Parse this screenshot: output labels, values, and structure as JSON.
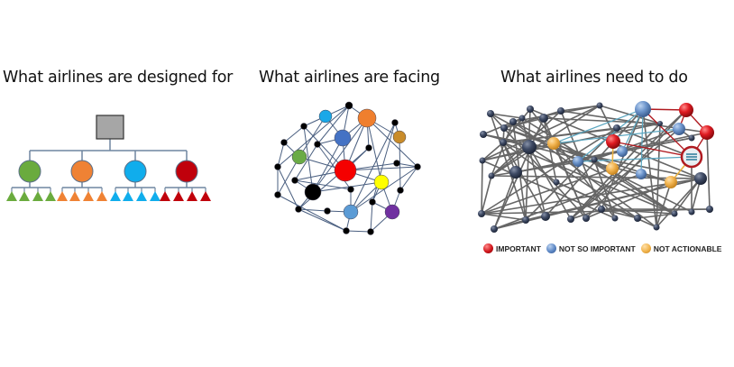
{
  "titles": {
    "designed": "What airlines are designed for",
    "facing": "What airlines are facing",
    "need": "What airlines need to do"
  },
  "legend": [
    {
      "label": "IMPORTANT",
      "color": "#d0141a"
    },
    {
      "label": "NOT SO IMPORTANT",
      "color": "#5b86c4"
    },
    {
      "label": "NOT ACTIONABLE",
      "color": "#f0b24a"
    }
  ],
  "colors": {
    "root": "#a6a6a6",
    "branches": [
      "#6aab3e",
      "#ef8234",
      "#10adec",
      "#c0000b"
    ],
    "line": "#6f86a0",
    "edge": "#555555",
    "dark_node": "#3b4760"
  }
}
